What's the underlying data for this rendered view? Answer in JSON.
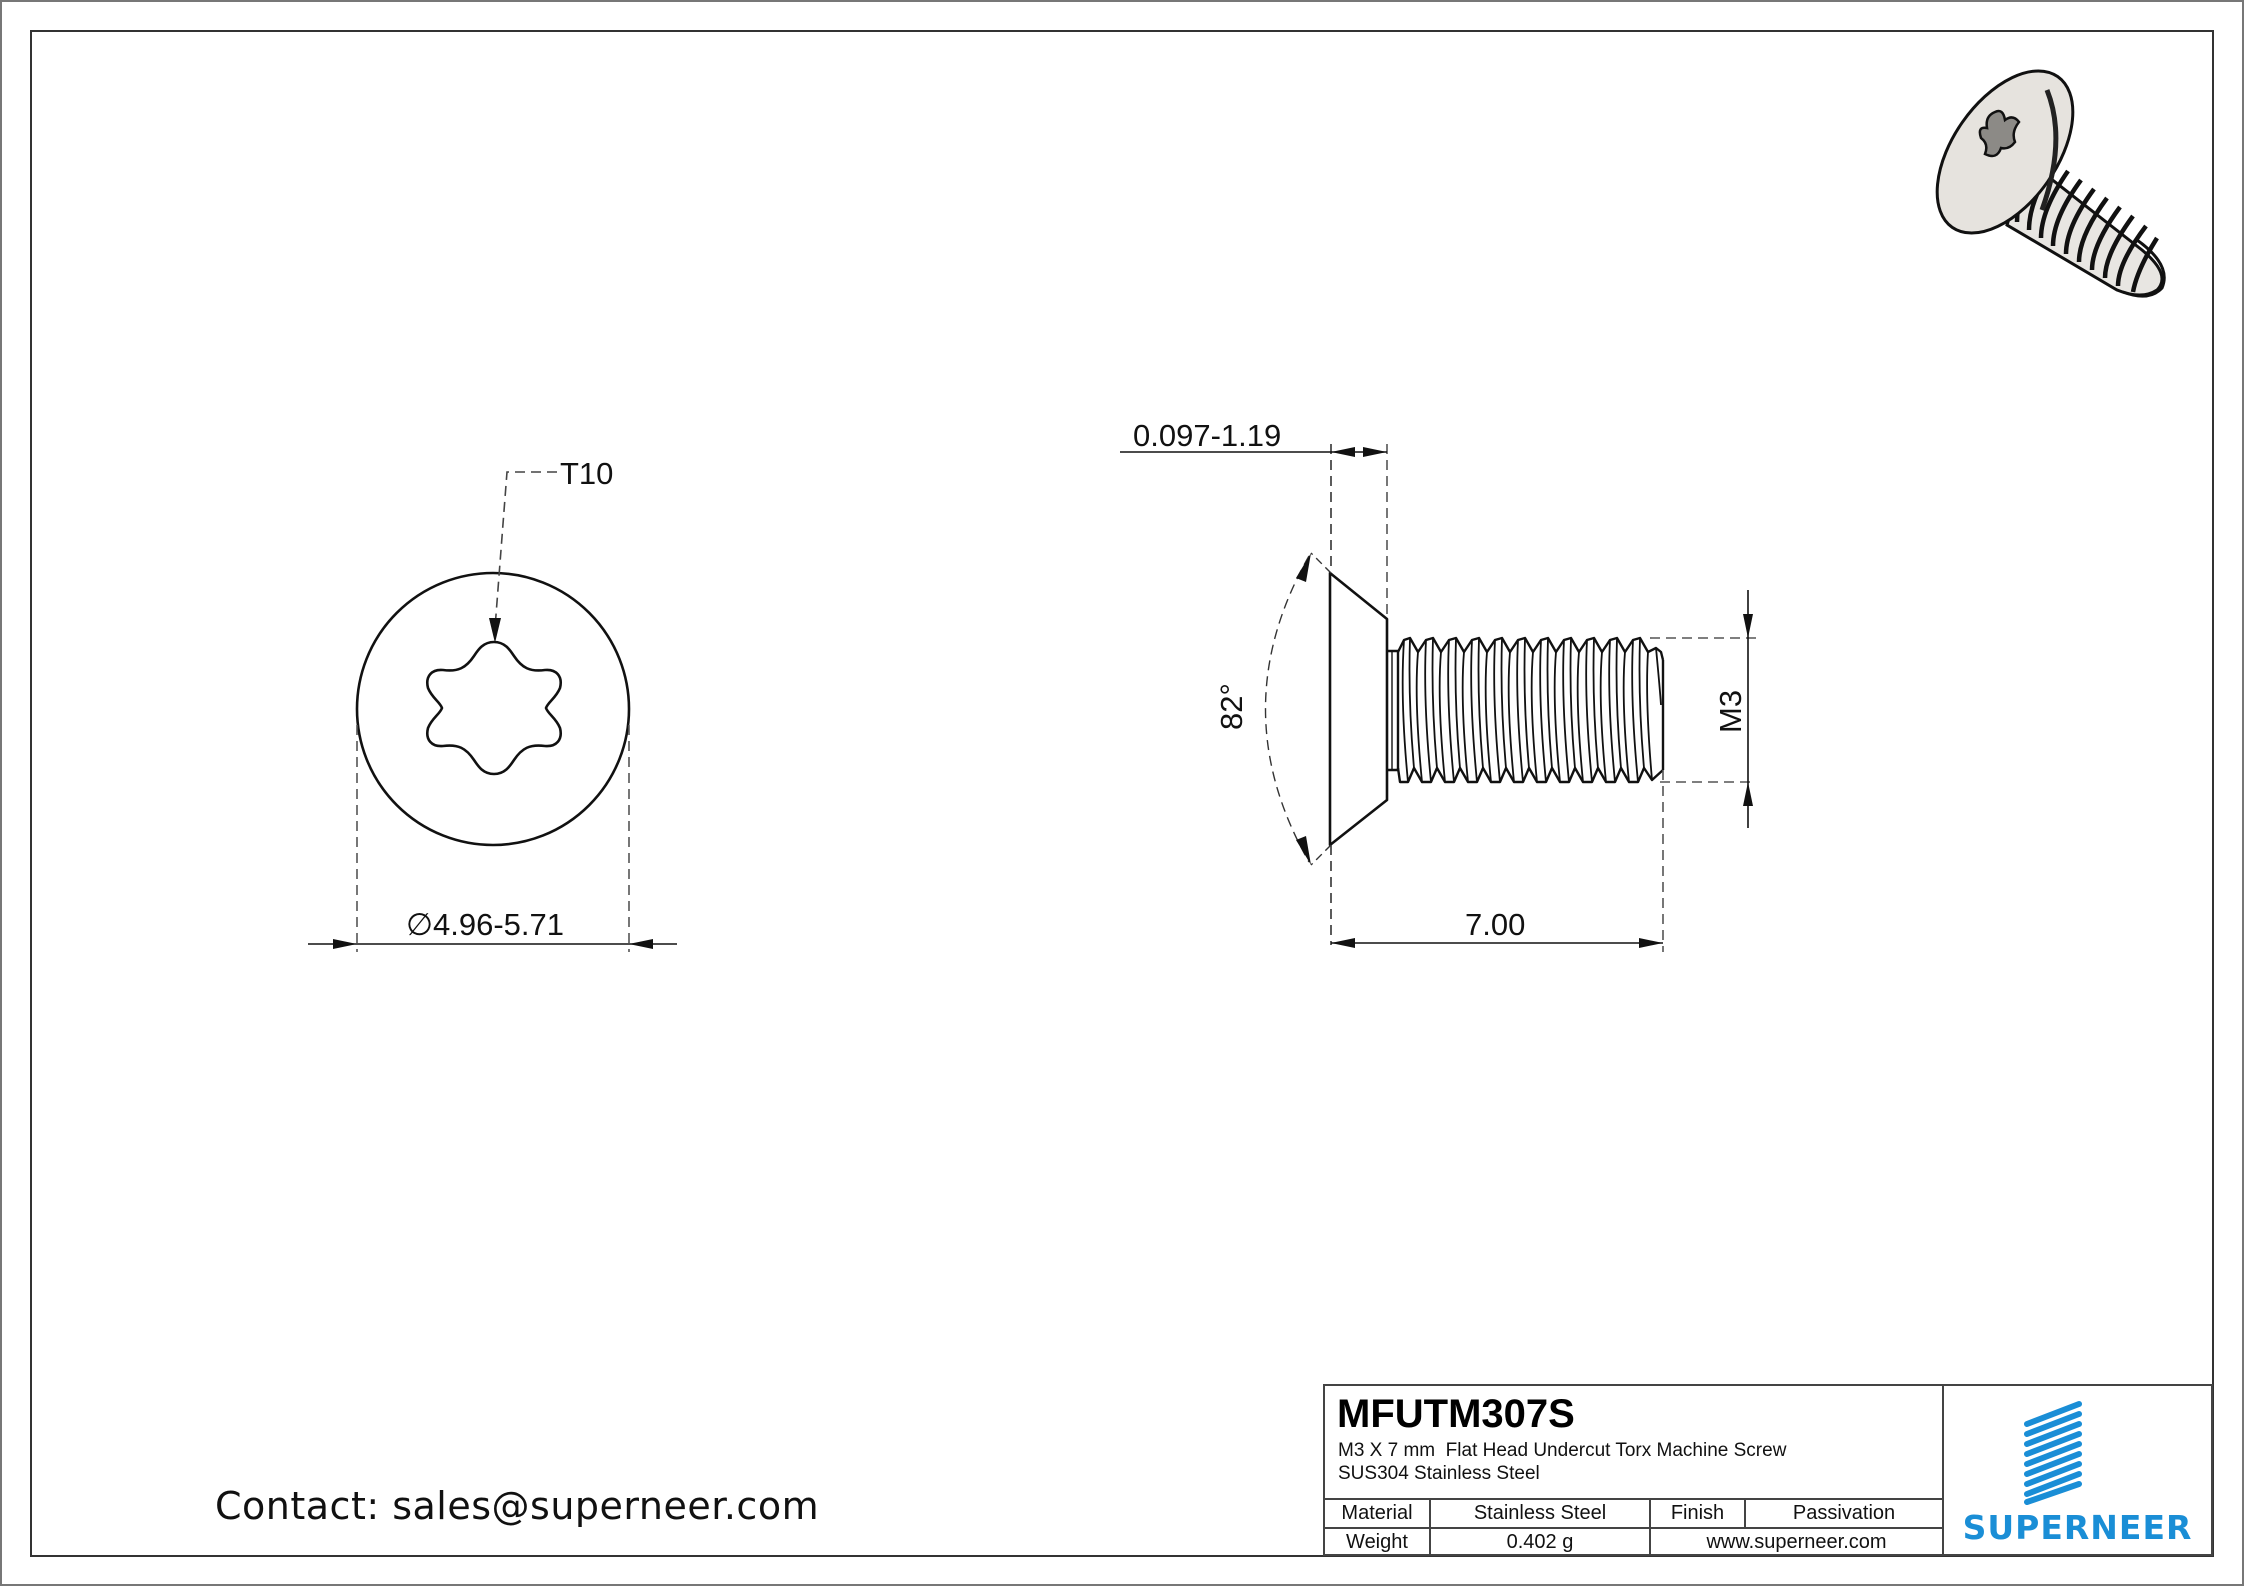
{
  "drawing": {
    "front_view": {
      "drive_label": "T10",
      "diameter_label": "∅4.96-5.71"
    },
    "side_view": {
      "head_height_label": "0.097-1.19",
      "angle_label": "82°",
      "thread_label": "M3",
      "length_label": "7.00"
    },
    "iso_view": "isometric-screw-render"
  },
  "contact": {
    "text": "Contact: sales@superneer.com"
  },
  "title_block": {
    "part_number": "MFUTM307S",
    "description_line1": "M3 X 7 mm  Flat Head Undercut Torx Machine Screw",
    "description_line2": "SUS304 Stainless Steel",
    "table": {
      "row1": {
        "c1": "Material",
        "c2": "Stainless Steel",
        "c3": "Finish",
        "c4": "Passivation"
      },
      "row2": {
        "c1": "Weight",
        "c2": "0.402 g",
        "c3": "www.superneer.com"
      }
    },
    "logo": {
      "name": "SUPERNEER",
      "color": "#1a8ed6",
      "icon": "striped-logo-icon"
    }
  },
  "colors": {
    "line": "#111111",
    "dim_line": "#111111",
    "hidden_line": "#555555",
    "frame": "#444444",
    "brand": "#1a8ed6"
  }
}
